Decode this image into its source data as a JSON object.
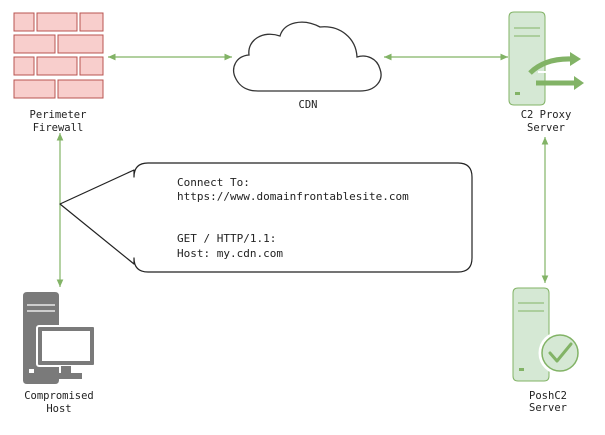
{
  "nodes": {
    "firewall": {
      "label_line1": "Perimeter",
      "label_line2": "Firewall",
      "icon": "brick-firewall"
    },
    "cdn": {
      "label": "CDN",
      "icon": "cloud"
    },
    "c2_proxy": {
      "label_line1": "C2 Proxy",
      "label_line2": "Server",
      "icon": "server-with-arrows"
    },
    "posh_c2": {
      "label_line1": "PoshC2",
      "label_line2": "Server",
      "icon": "server-with-check"
    },
    "compromised_host": {
      "label_line1": "Compromised",
      "label_line2": "Host",
      "icon": "workstation"
    }
  },
  "callout": {
    "line1": "Connect To:",
    "line2": "https://www.domainfrontablesite.com",
    "line3": "GET / HTTP/1.1:",
    "line4": "Host: my.cdn.com"
  },
  "colors": {
    "connector": "#82b366",
    "firewall_fill": "#f8cecc",
    "firewall_stroke": "#b85450",
    "server_fill": "#d5e8d4",
    "server_stroke": "#82b366",
    "host_fill": "#7a7a7a"
  }
}
